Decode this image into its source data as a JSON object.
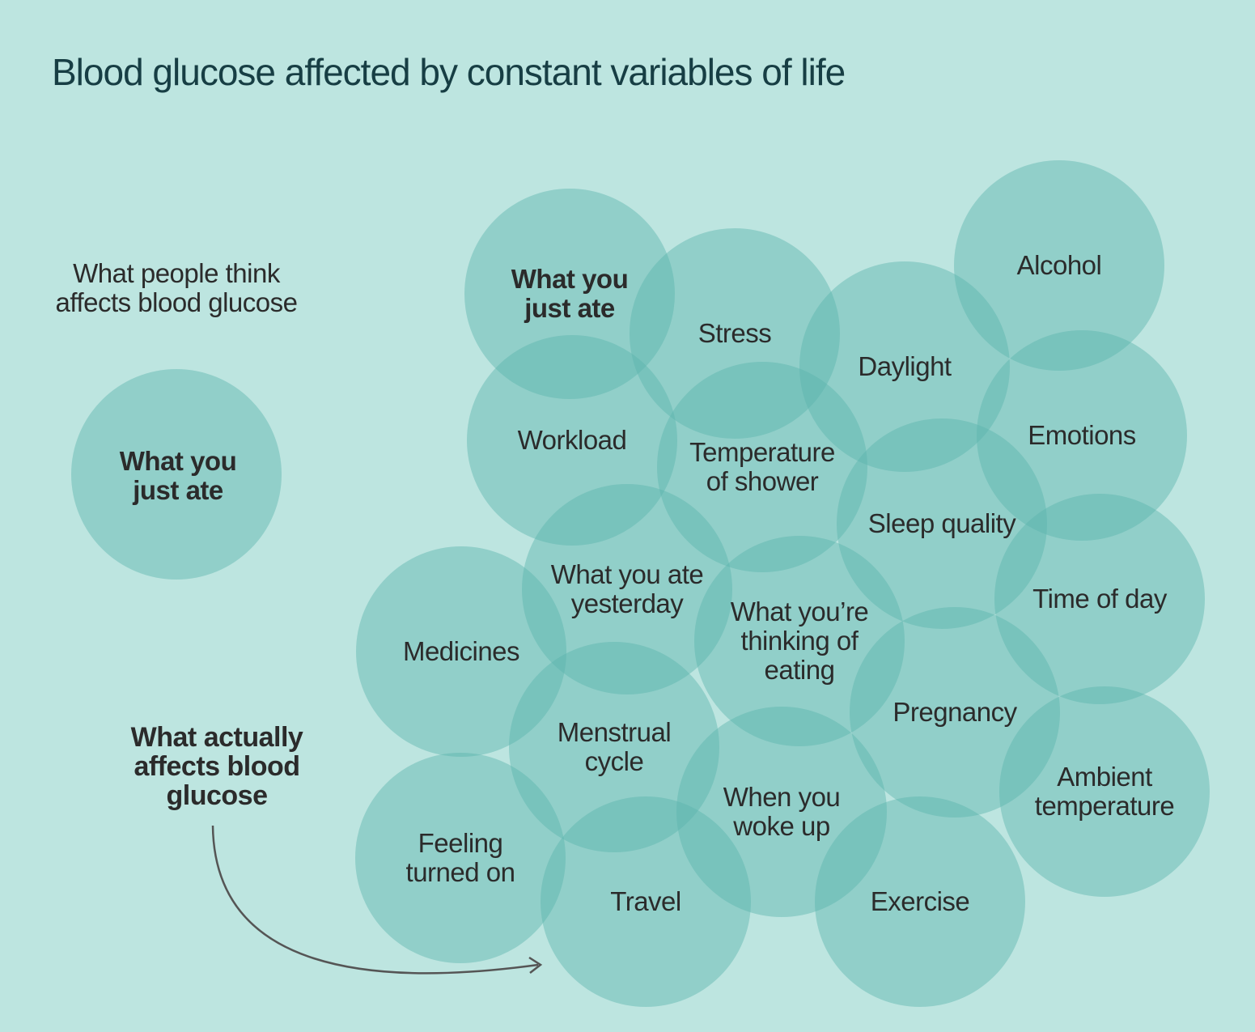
{
  "title": "Blood glucose affected by constant variables of life",
  "think_caption": "What people think affects blood glucose",
  "actual_caption": "What actually affects blood glucose",
  "colors": {
    "background": "#bde5e0",
    "bubble": "#5cb4ac",
    "title": "#173e44",
    "text": "#2b2b2b"
  },
  "single_bubble": {
    "label": "What you just ate"
  },
  "factors": [
    "What you just ate",
    "Stress",
    "Daylight",
    "Alcohol",
    "Workload",
    "Temperature of shower",
    "Emotions",
    "Sleep quality",
    "What you ate yesterday",
    "What you’re thinking of eating",
    "Time of day",
    "Medicines",
    "Pregnancy",
    "Menstrual cycle",
    "Ambient temperature",
    "When you woke up",
    "Feeling turned on",
    "Travel",
    "Exercise"
  ]
}
